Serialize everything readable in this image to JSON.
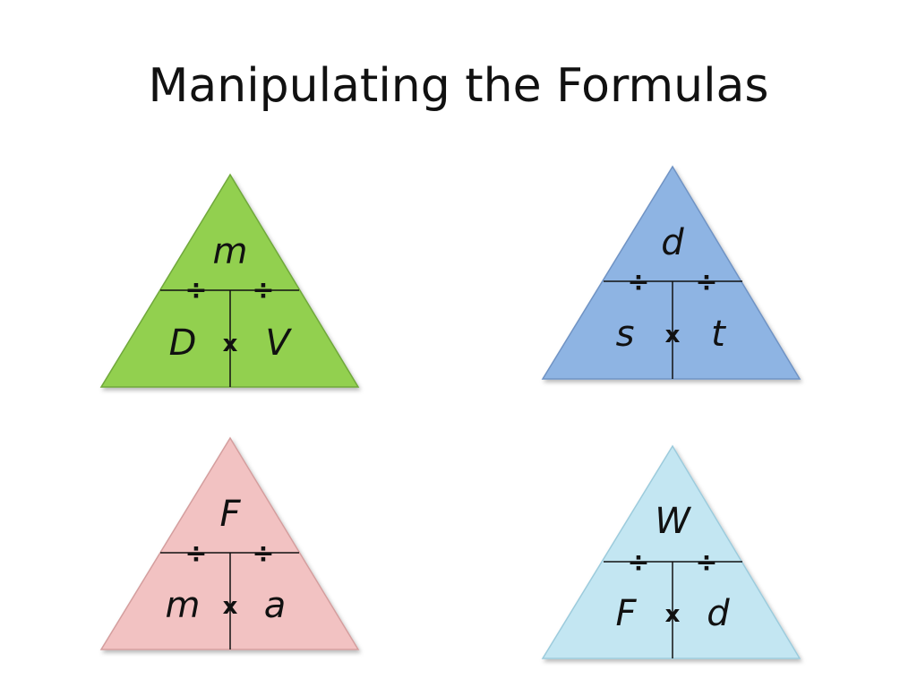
{
  "slide": {
    "title": "Manipulating the Formulas"
  },
  "triangles": [
    {
      "top": "m",
      "bottom_left": "D",
      "bottom_right": "V",
      "multiply": "x",
      "divide": "÷",
      "fill": "#92d050",
      "stroke": "#6fa83a"
    },
    {
      "top": "d",
      "bottom_left": "s",
      "bottom_right": "t",
      "multiply": "x",
      "divide": "÷",
      "fill": "#8eb4e3",
      "stroke": "#6f93c4"
    },
    {
      "top": "F",
      "bottom_left": "m",
      "bottom_right": "a",
      "multiply": "x",
      "divide": "÷",
      "fill": "#f2c2c2",
      "stroke": "#d49e9e"
    },
    {
      "top": "W",
      "bottom_left": "F",
      "bottom_right": "d",
      "multiply": "x",
      "divide": "÷",
      "fill": "#c3e6f2",
      "stroke": "#9ccbdc"
    }
  ]
}
